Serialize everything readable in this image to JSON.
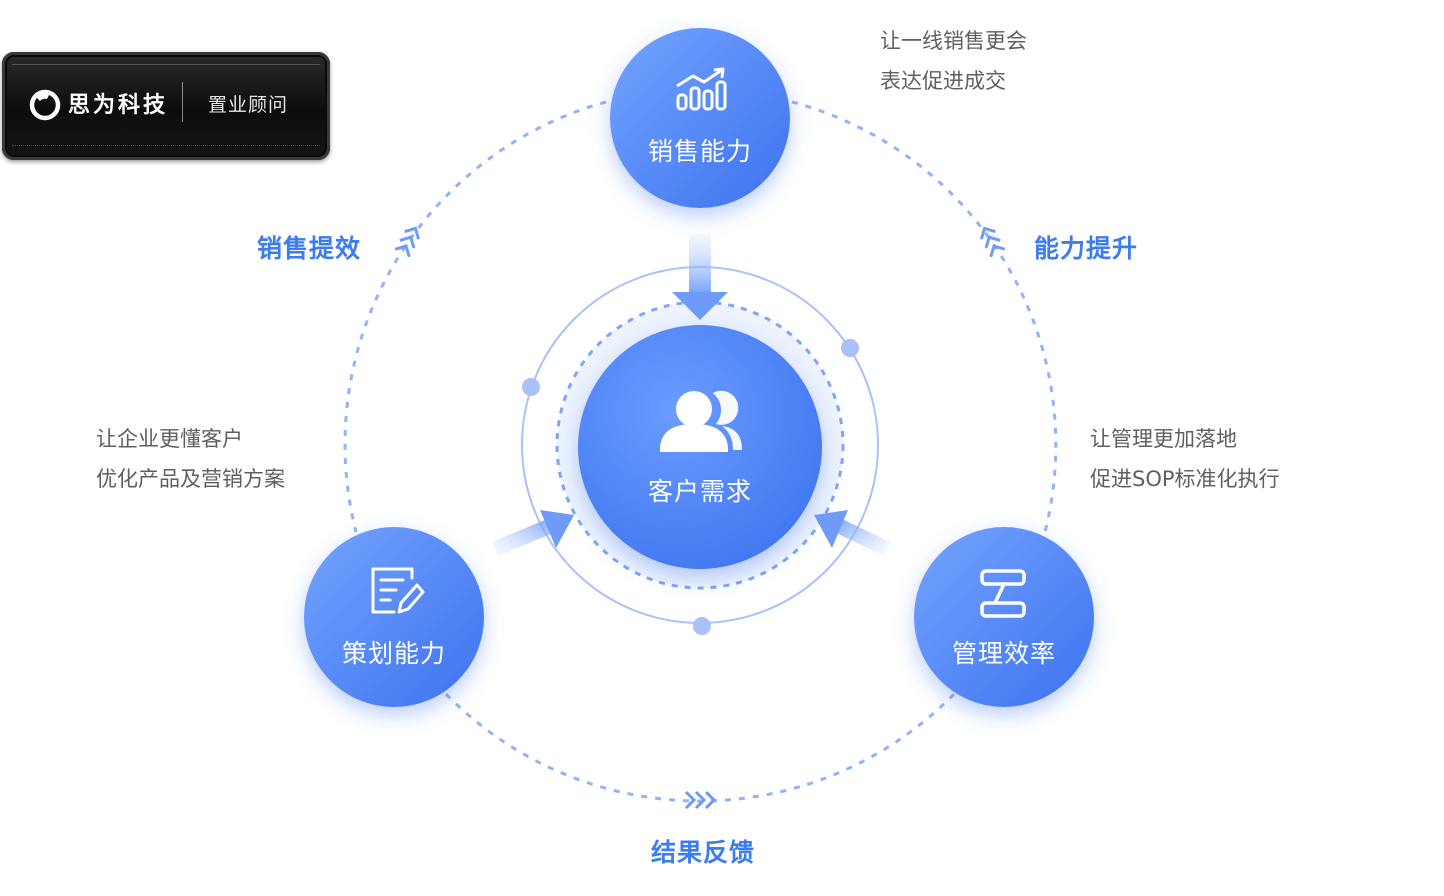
{
  "brand": {
    "name": "思为科技",
    "role": "置业顾问"
  },
  "center": {
    "label": "客户需求",
    "icon": "users-icon"
  },
  "nodes": {
    "sales": {
      "label": "销售能力",
      "icon": "growth-chart-icon"
    },
    "planning": {
      "label": "策划能力",
      "icon": "edit-document-icon"
    },
    "management": {
      "label": "管理效率",
      "icon": "workflow-icon"
    }
  },
  "edges": {
    "top_left": "销售提效",
    "top_right": "能力提升",
    "bottom": "结果反馈"
  },
  "descriptions": {
    "sales": [
      "让一线销售更会",
      "表达促进成交"
    ],
    "planning": [
      "让企业更懂客户",
      "优化产品及营销方案"
    ],
    "management": [
      "让管理更加落地",
      "促进SOP标准化执行"
    ]
  },
  "colors": {
    "node_blue": "#4f86f7",
    "node_blue_light": "#6fa0ff",
    "edge_blue": "#3b7cf0",
    "ring_blue": "#a9c1f7",
    "description_gray": "#5f5f5f"
  }
}
